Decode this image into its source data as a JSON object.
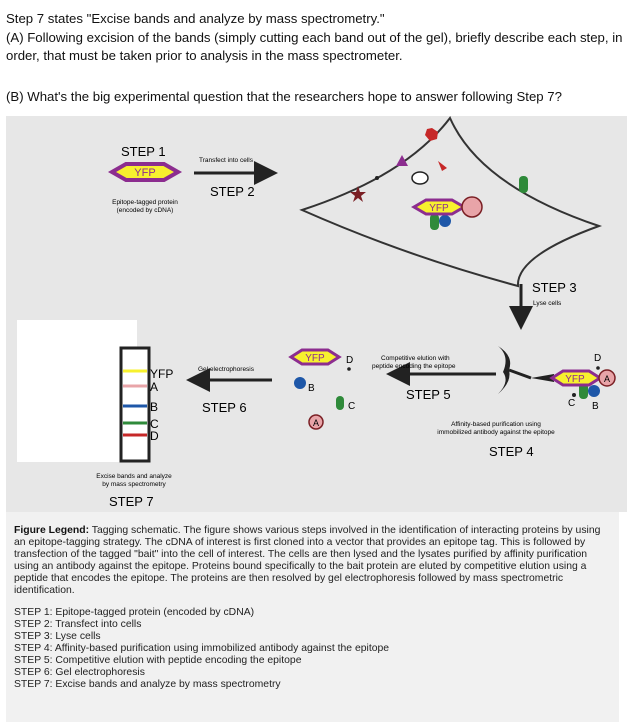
{
  "question": {
    "intro": "Step 7 states \"Excise bands and analyze by mass spectrometry.\"",
    "part_a": "(A)  Following excision of the bands (simply cutting each band out of the gel), briefly describe each step, in order, that must be taken prior to analysis in the mass spectrometer.",
    "part_b": "(B)  What's the big experimental question that the researchers hope to answer following Step 7?"
  },
  "figure": {
    "step1": {
      "title": "STEP 1",
      "tag": "YFP",
      "caption_line1": "Epitope-tagged protein",
      "caption_line2": "(encoded by cDNA)"
    },
    "step2": {
      "title": "STEP 2",
      "caption": "Transfect into cells"
    },
    "cell": {
      "tag": "YFP"
    },
    "step3": {
      "title": "STEP 3",
      "caption": "Lyse cells"
    },
    "step4": {
      "title": "STEP 4",
      "caption_line1": "Affinity-based purification using",
      "caption_line2": "immobilized antibody against the epitope",
      "tag": "YFP",
      "label_a": "A",
      "label_b": "B",
      "label_c": "C",
      "label_d": "D"
    },
    "step5": {
      "title": "STEP 5",
      "caption_line1": "Competitive elution with",
      "caption_line2": "peptide encoding the epitope",
      "tag": "YFP",
      "label_a": "A",
      "label_b": "B",
      "label_c": "C",
      "label_d": "D"
    },
    "step6": {
      "title": "STEP 6",
      "caption": "Gel electrophoresis"
    },
    "step7": {
      "title": "STEP 7",
      "caption_line1": "Excise bands and analyze",
      "caption_line2": "by mass spectrometry"
    },
    "gel": {
      "label_yfp": "YFP",
      "label_a": "A",
      "label_b": "B",
      "label_c": "C",
      "label_d": "D"
    },
    "colors": {
      "tag_yellow": "#f7f12e",
      "tag_purple": "#8c2d8f",
      "protein_pink": "#e8a4a8",
      "protein_blue": "#1e57a8",
      "protein_green": "#2f8a3a",
      "protein_red": "#c62828",
      "cell_outline": "#333333"
    }
  },
  "legend": {
    "title": "Figure Legend:",
    "text": " Tagging schematic. The figure shows various steps involved in the identification of interacting proteins by using an epitope-tagging strategy. The cDNA of interest is first cloned into a vector that provides an epitope tag. This is followed by transfection of the tagged \"bait\" into the cell of interest. The cells are then lysed and the lysates purified by affinity purification using an antibody against the epitope. Proteins bound specifically to the bait protein are eluted by competitive elution using a peptide that encodes the epitope. The proteins are then resolved by gel electrophoresis followed by mass spectrometric identification.",
    "steps": [
      "STEP 1: Epitope-tagged protein (encoded by cDNA)",
      "STEP 2: Transfect into cells",
      "STEP 3: Lyse cells",
      "STEP 4: Affinity-based purification using immobilized antibody against the epitope",
      "STEP 5: Competitive elution with peptide encoding the epitope",
      "STEP 6: Gel electrophoresis",
      "STEP 7: Excise bands and analyze by mass spectrometry"
    ]
  }
}
